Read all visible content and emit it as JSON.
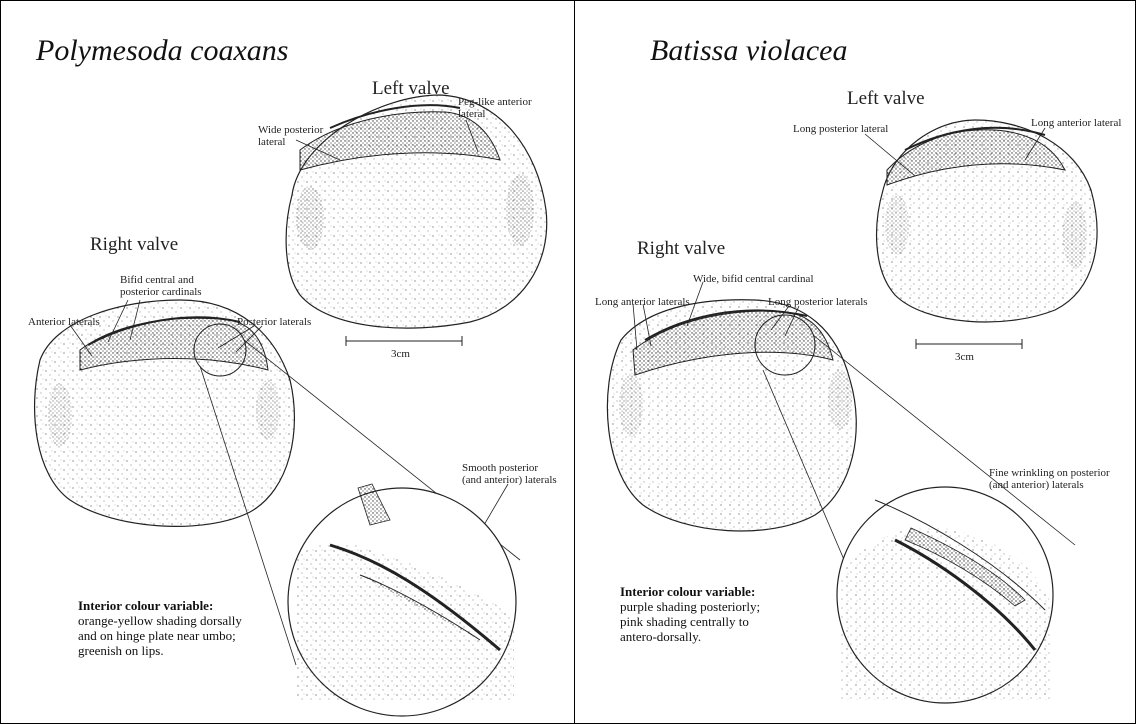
{
  "left_panel": {
    "species": "Polymesoda coaxans",
    "left_valve": {
      "title": "Left valve",
      "labels": {
        "peg_anterior": [
          "Peg-like anterior",
          "lateral"
        ],
        "wide_posterior": [
          "Wide posterior",
          "lateral"
        ]
      },
      "scale": "3cm"
    },
    "right_valve": {
      "title": "Right valve",
      "labels": {
        "bifid_cardinals": [
          "Bifid central and",
          "posterior cardinals"
        ],
        "anterior_laterals": [
          "Anterior laterals"
        ],
        "posterior_laterals": [
          "Posterior laterals"
        ],
        "smooth_laterals": [
          "Smooth posterior",
          "(and anterior) laterals"
        ]
      }
    },
    "note": {
      "heading": "Interior colour variable:",
      "lines": [
        "orange-yellow shading dorsally",
        "and on hinge plate near umbo;",
        "greenish on lips."
      ]
    }
  },
  "right_panel": {
    "species": "Batissa violacea",
    "left_valve": {
      "title": "Left valve",
      "labels": {
        "long_posterior": [
          "Long posterior lateral"
        ],
        "long_anterior": [
          "Long anterior lateral"
        ]
      },
      "scale": "3cm"
    },
    "right_valve": {
      "title": "Right valve",
      "labels": {
        "wide_bifid": [
          "Wide, bifid central cardinal"
        ],
        "long_anterior_laterals": [
          "Long anterior laterals"
        ],
        "long_posterior_laterals": [
          "Long posterior laterals"
        ],
        "fine_wrinkling": [
          "Fine wrinkling on posterior",
          "(and anterior) laterals"
        ]
      }
    },
    "note": {
      "heading": "Interior colour variable:",
      "lines": [
        "purple shading posteriorly;",
        "pink shading centrally to",
        "antero-dorsally."
      ]
    }
  }
}
